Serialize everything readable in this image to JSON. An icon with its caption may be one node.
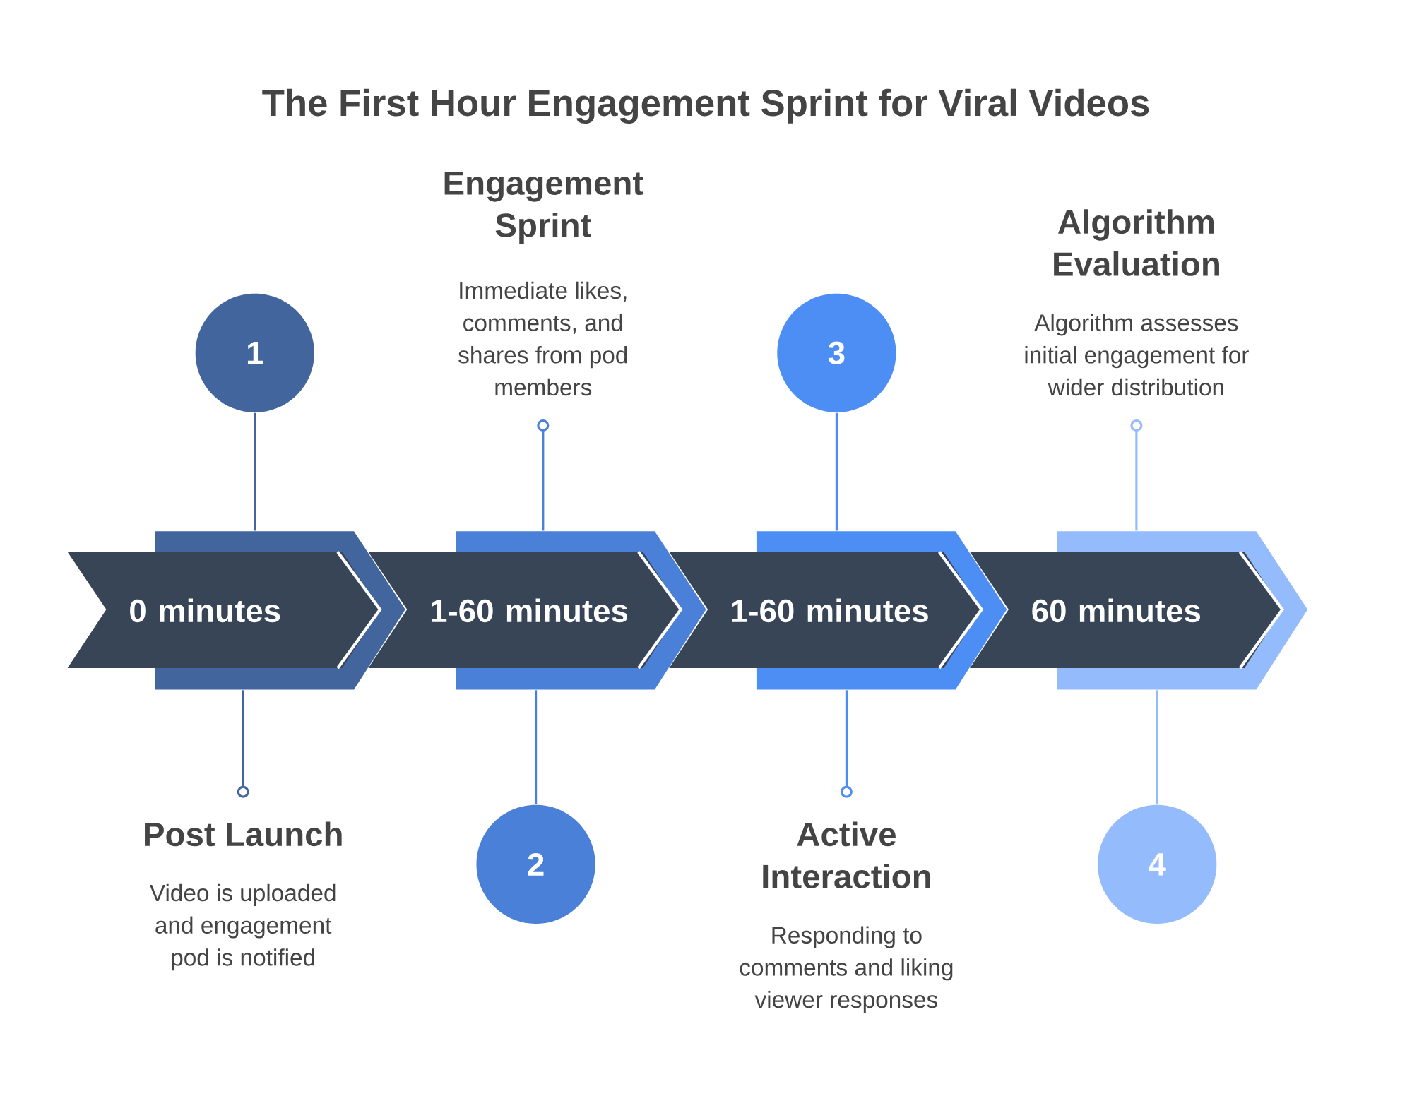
{
  "diagram": {
    "title": "The First Hour Engagement Sprint for Viral Videos",
    "nodes": [
      {
        "text": [
          "0 minutes"
        ]
      },
      {
        "text": [
          "1"
        ]
      },
      {
        "text": [
          "Post Launch",
          "Video is uploaded and engagement pod is notified"
        ]
      },
      {
        "text": [
          "1-60 minutes"
        ]
      },
      {
        "text": [
          "2"
        ]
      },
      {
        "text": [
          "Engagement Sprint",
          "Immediate likes, comments, and shares from pod members"
        ]
      },
      {
        "text": [
          "1-60 minutes"
        ]
      },
      {
        "text": [
          "3"
        ]
      },
      {
        "text": [
          "Active Interaction",
          "Responding to comments and liking viewer responses"
        ]
      },
      {
        "text": [
          "60 minutes"
        ]
      },
      {
        "text": [
          "4"
        ]
      },
      {
        "text": [
          "Algorithm Evaluation",
          "Algorithm assesses initial engagement for wider distribution"
        ]
      }
    ],
    "edges": [
      {
        "from": 1,
        "to": 0,
        "arrow": "none",
        "color": "#41659c"
      },
      {
        "from": 0,
        "to": 2,
        "arrow": "other",
        "color": "#41659c"
      },
      {
        "from": 4,
        "to": 3,
        "arrow": "none",
        "color": "#4a80d8"
      },
      {
        "from": 3,
        "to": 5,
        "arrow": "other",
        "color": "#4a80d8"
      },
      {
        "from": 7,
        "to": 6,
        "arrow": "none",
        "color": "#4d8ef5"
      },
      {
        "from": 6,
        "to": 8,
        "arrow": "other",
        "color": "#4d8ef5"
      },
      {
        "from": 10,
        "to": 9,
        "arrow": "none",
        "color": "#94bbfc"
      },
      {
        "from": 9,
        "to": 11,
        "arrow": "other",
        "color": "#94bbfc"
      }
    ]
  }
}
